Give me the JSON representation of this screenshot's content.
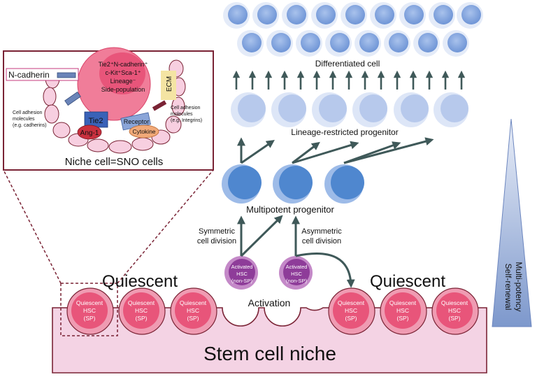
{
  "inset": {
    "ncadherin": "N-cadherin",
    "marker_line1": "Tie2⁺N-cadherin⁺",
    "marker_line2": "c-Kit⁺Sca-1⁺",
    "marker_line3": "Lineage⁻",
    "marker_line4": "Side-population",
    "ecm": "ECM",
    "tie2": "Tie2",
    "ang1": "Ang-1",
    "receptor": "Receptor",
    "cytokine": "Cytokine",
    "adhesion_left_1": "Cell adhesion",
    "adhesion_left_2": "molecules",
    "adhesion_left_3": "(e.g. cadherins)",
    "adhesion_right_1": "Cell adhesion",
    "adhesion_right_2": "molecules",
    "adhesion_right_3": "(e.g. Integrins)",
    "caption": "Niche cell=SNO cells"
  },
  "labels": {
    "differentiated": "Differentiated cell",
    "lineage_restricted": "Lineage-restricted progenitor",
    "multipotent": "Multipotent progenitor",
    "symmetric_1": "Symmetric",
    "symmetric_2": "cell division",
    "asymmetric_1": "Asymmetric",
    "asymmetric_2": "cell division",
    "activation": "Activation",
    "quiescent_left": "Quiescent",
    "quiescent_right": "Quiescent",
    "niche": "Stem cell niche",
    "triangle_1": "Multi-potency",
    "triangle_2": "Self-renewal"
  },
  "quiescent_cell": {
    "line1": "Quiescent",
    "line2": "HSC",
    "line3": "(SP)"
  },
  "activated_cell": {
    "line1": "Activated",
    "line2": "HSC",
    "line3": "(non-SP)"
  },
  "colors": {
    "niche_fill": "#f4d3e4",
    "niche_stroke": "#7a2335",
    "quiescent_outer": "#ef9bb2",
    "quiescent_inner": "#e8557a",
    "activated_outer": "#c489c8",
    "activated_inner": "#8e3c99",
    "multipotent": "#4f87cf",
    "lineage": "#b7c9ec",
    "differentiated": "#8fb0e4",
    "arrow": "#3f5959",
    "triangle": "#8fa8d6"
  }
}
